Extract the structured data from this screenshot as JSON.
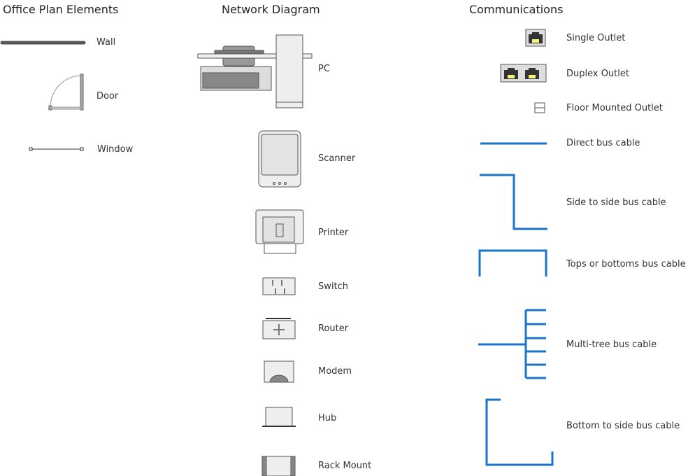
{
  "headers": {
    "office": "Office Plan Elements",
    "network": "Network Diagram",
    "communications": "Communications"
  },
  "office_items": [
    "Wall",
    "Door",
    "Window"
  ],
  "network_items": [
    "PC",
    "Scanner",
    "Printer",
    "Switch",
    "Router",
    "Modem",
    "Hub",
    "Rack Mount"
  ],
  "communication_items": [
    "Single Outlet",
    "Duplex Outlet",
    "Floor Mounted Outlet",
    "Direct bus cable",
    "Side to side bus cable",
    "Tops or bottoms bus cable",
    "Multi-tree bus cable",
    "Bottom to side bus cable"
  ],
  "colors": {
    "cable": "#1a74c9",
    "wall": "#555555",
    "device_fill": "#e8e8e8",
    "device_stroke": "#555555",
    "outlet_contacts": "#f5f07a"
  }
}
